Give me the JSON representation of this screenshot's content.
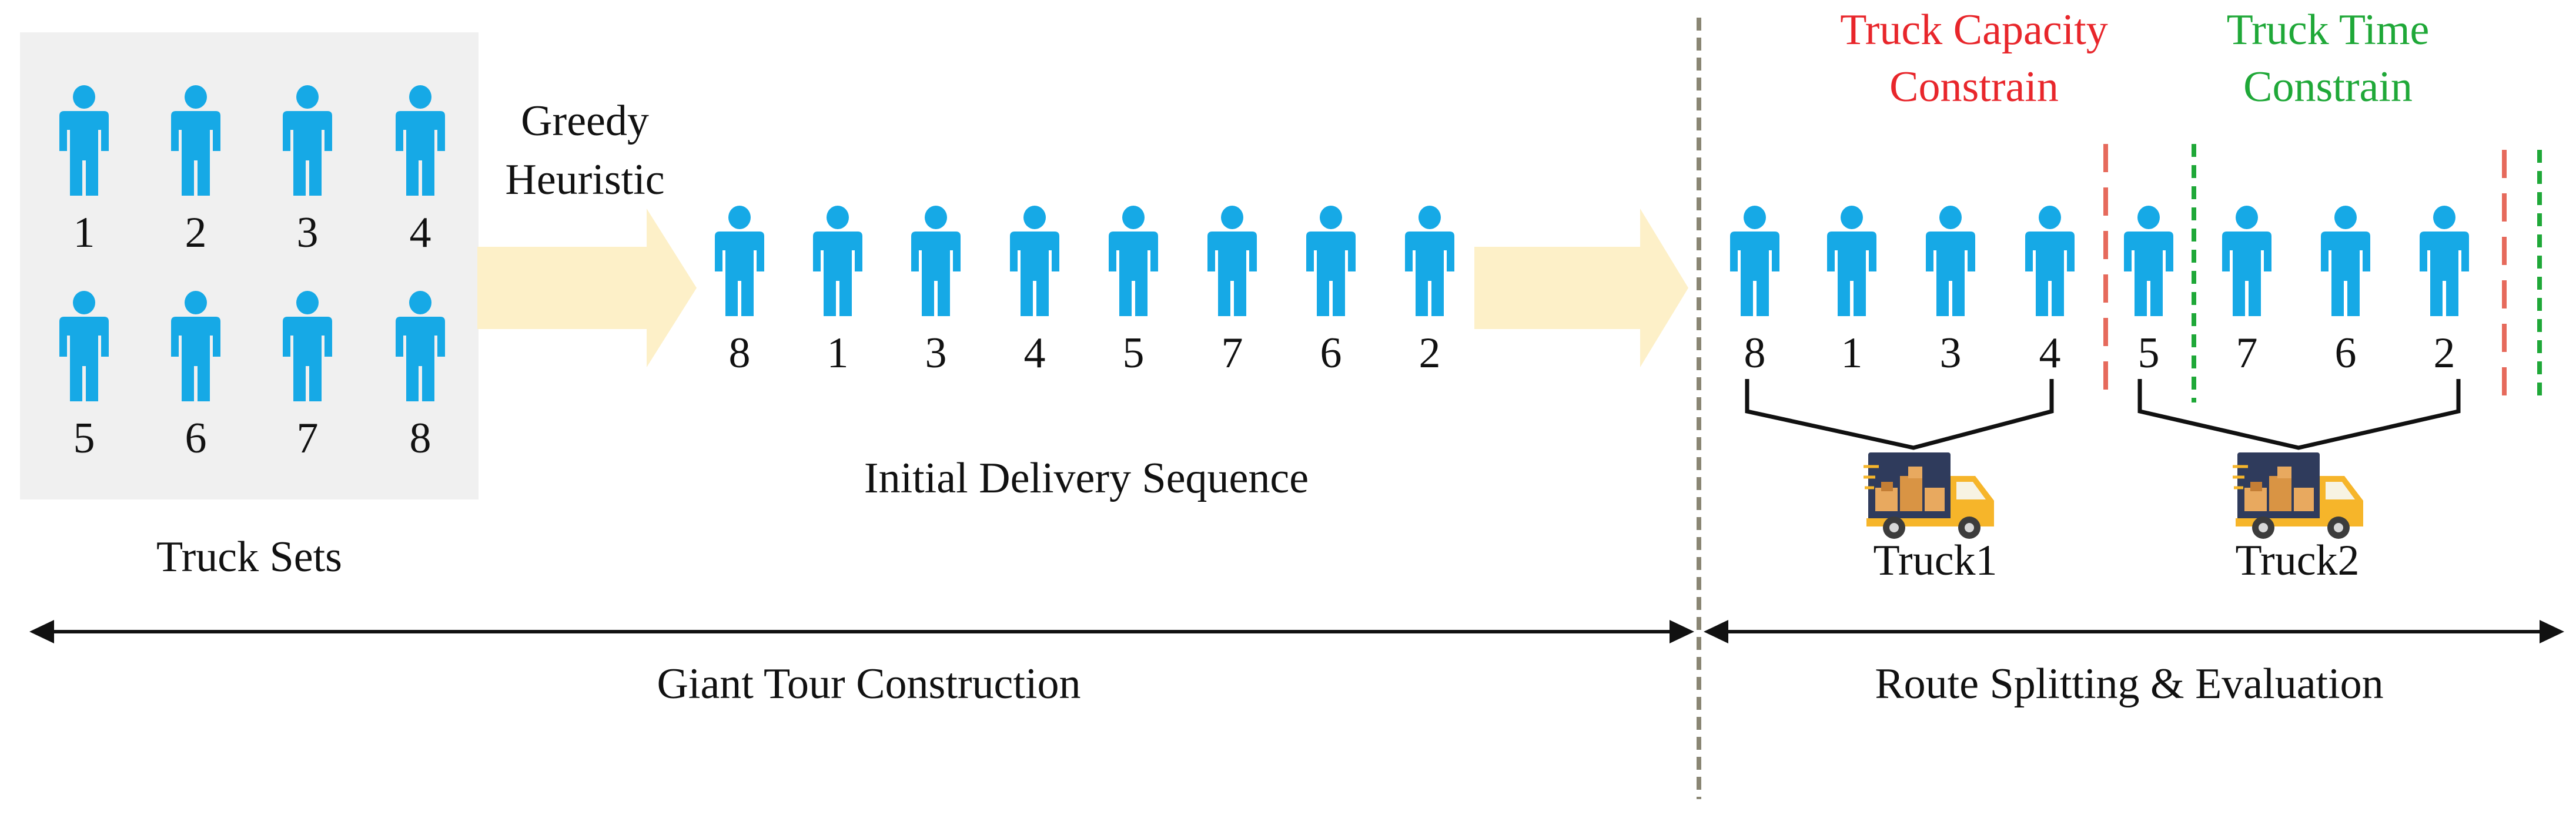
{
  "truck_sets": {
    "label": "Truck Sets",
    "customers": [
      "1",
      "2",
      "3",
      "4",
      "5",
      "6",
      "7",
      "8"
    ]
  },
  "greedy": {
    "label_line1": "Greedy",
    "label_line2": "Heuristic"
  },
  "initial_sequence": {
    "label": "Initial Delivery Sequence",
    "customers": [
      "8",
      "1",
      "3",
      "4",
      "5",
      "7",
      "6",
      "2"
    ]
  },
  "split": {
    "customers": [
      "8",
      "1",
      "3",
      "4",
      "5",
      "7",
      "6",
      "2"
    ],
    "capacity_label_line1": "Truck Capacity",
    "capacity_label_line2": "Constrain",
    "time_label_line1": "Truck Time",
    "time_label_line2": "Constrain",
    "truck1_label": "Truck1",
    "truck2_label": "Truck2"
  },
  "phases": {
    "left": "Giant Tour Construction",
    "right": "Route Splitting & Evaluation"
  },
  "colors": {
    "person": "#16a9e6",
    "arrow_fill": "#fdf0c8",
    "panel_bg": "#f0f0f0",
    "capacity_red": "#e8262b",
    "capacity_line": "#e66a5c",
    "time_green": "#1fa838",
    "divider": "#8a8674",
    "truck_cab": "#f6b52a",
    "truck_body": "#2f3b5c",
    "box": "#e8a95f"
  }
}
